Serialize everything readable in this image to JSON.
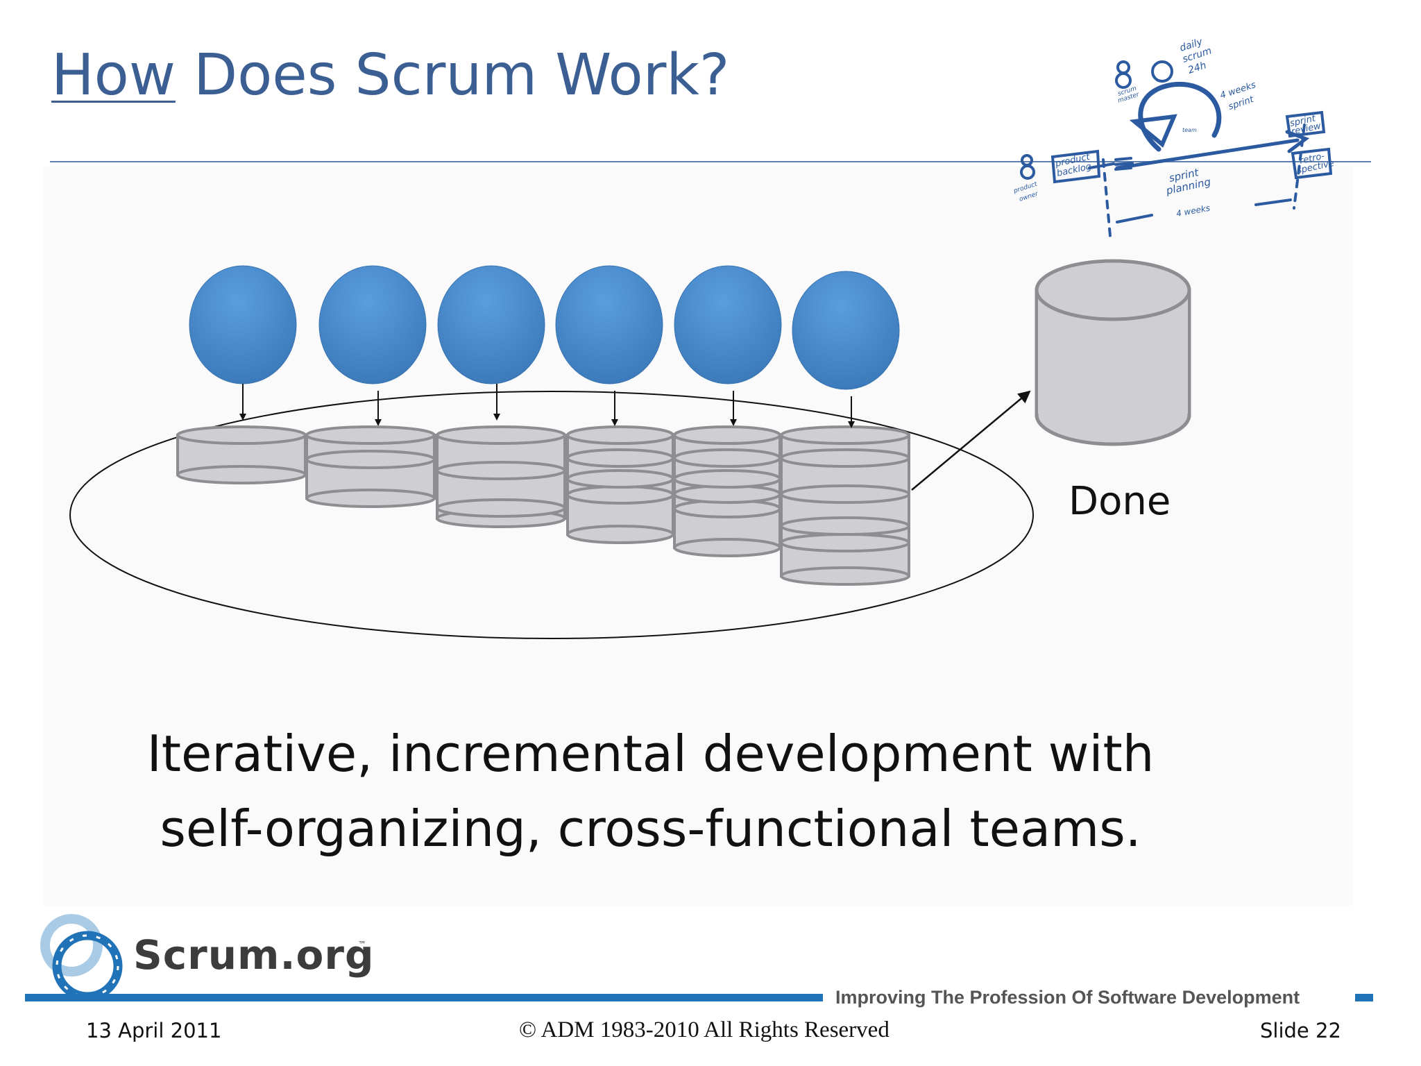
{
  "slide": {
    "title_underlined": "How",
    "title_rest": " Does Scrum Work?",
    "done_label": "Done",
    "tagline": [
      "Iterative, incremental development with",
      "self-organizing, cross-functional teams."
    ]
  },
  "sketch": {
    "daily": "daily",
    "scrum": "scrum",
    "hours": "24h",
    "scrum_master_1": "scrum",
    "scrum_master_2": "master",
    "weeks_sprint_1": "4 weeks",
    "weeks_sprint_2": "sprint",
    "team": "team",
    "sprint_review_1": "sprint",
    "sprint_review_2": "review",
    "product_backlog_1": "product",
    "product_backlog_2": "backlog",
    "retro_1": "retro-",
    "retro_2": "spective",
    "product_owner_1": "product",
    "product_owner_2": "owner",
    "sprint_planning_1": "sprint",
    "sprint_planning_2": "planning",
    "four_weeks": "4 weeks"
  },
  "branding": {
    "logo_text": "Scrum.org",
    "logo_tm": "™",
    "motto": "Improving The Profession Of Software Development"
  },
  "footer": {
    "date": "13 April 2011",
    "copyright": "© ADM 1983-2010 All Rights Reserved",
    "slide_number": "Slide 22"
  },
  "colors": {
    "title": "#3b5e93",
    "team_circle": "#4d8fd0",
    "increment_fill": "#cfcfd2",
    "increment_stroke": "#8e8e92",
    "brand_blue": "#1f73b6"
  },
  "icons": [
    "scrum-process-sketch",
    "scrum-org-logo-icon"
  ]
}
